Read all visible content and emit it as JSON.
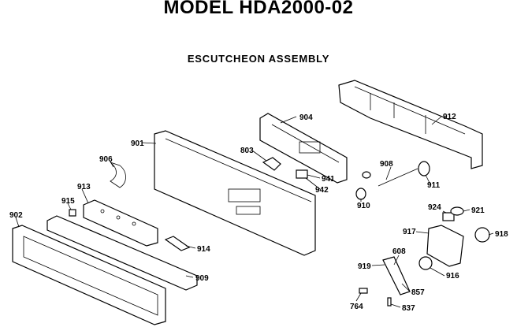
{
  "title": "MODEL HDA2000-02",
  "subtitle": "ESCUTCHEON ASSEMBLY",
  "callouts": [
    "904",
    "912",
    "901",
    "803",
    "906",
    "908",
    "941",
    "942",
    "911",
    "913",
    "910",
    "915",
    "924",
    "921",
    "902",
    "917",
    "918",
    "914",
    "608",
    "909",
    "919",
    "916",
    "857",
    "764",
    "837"
  ]
}
